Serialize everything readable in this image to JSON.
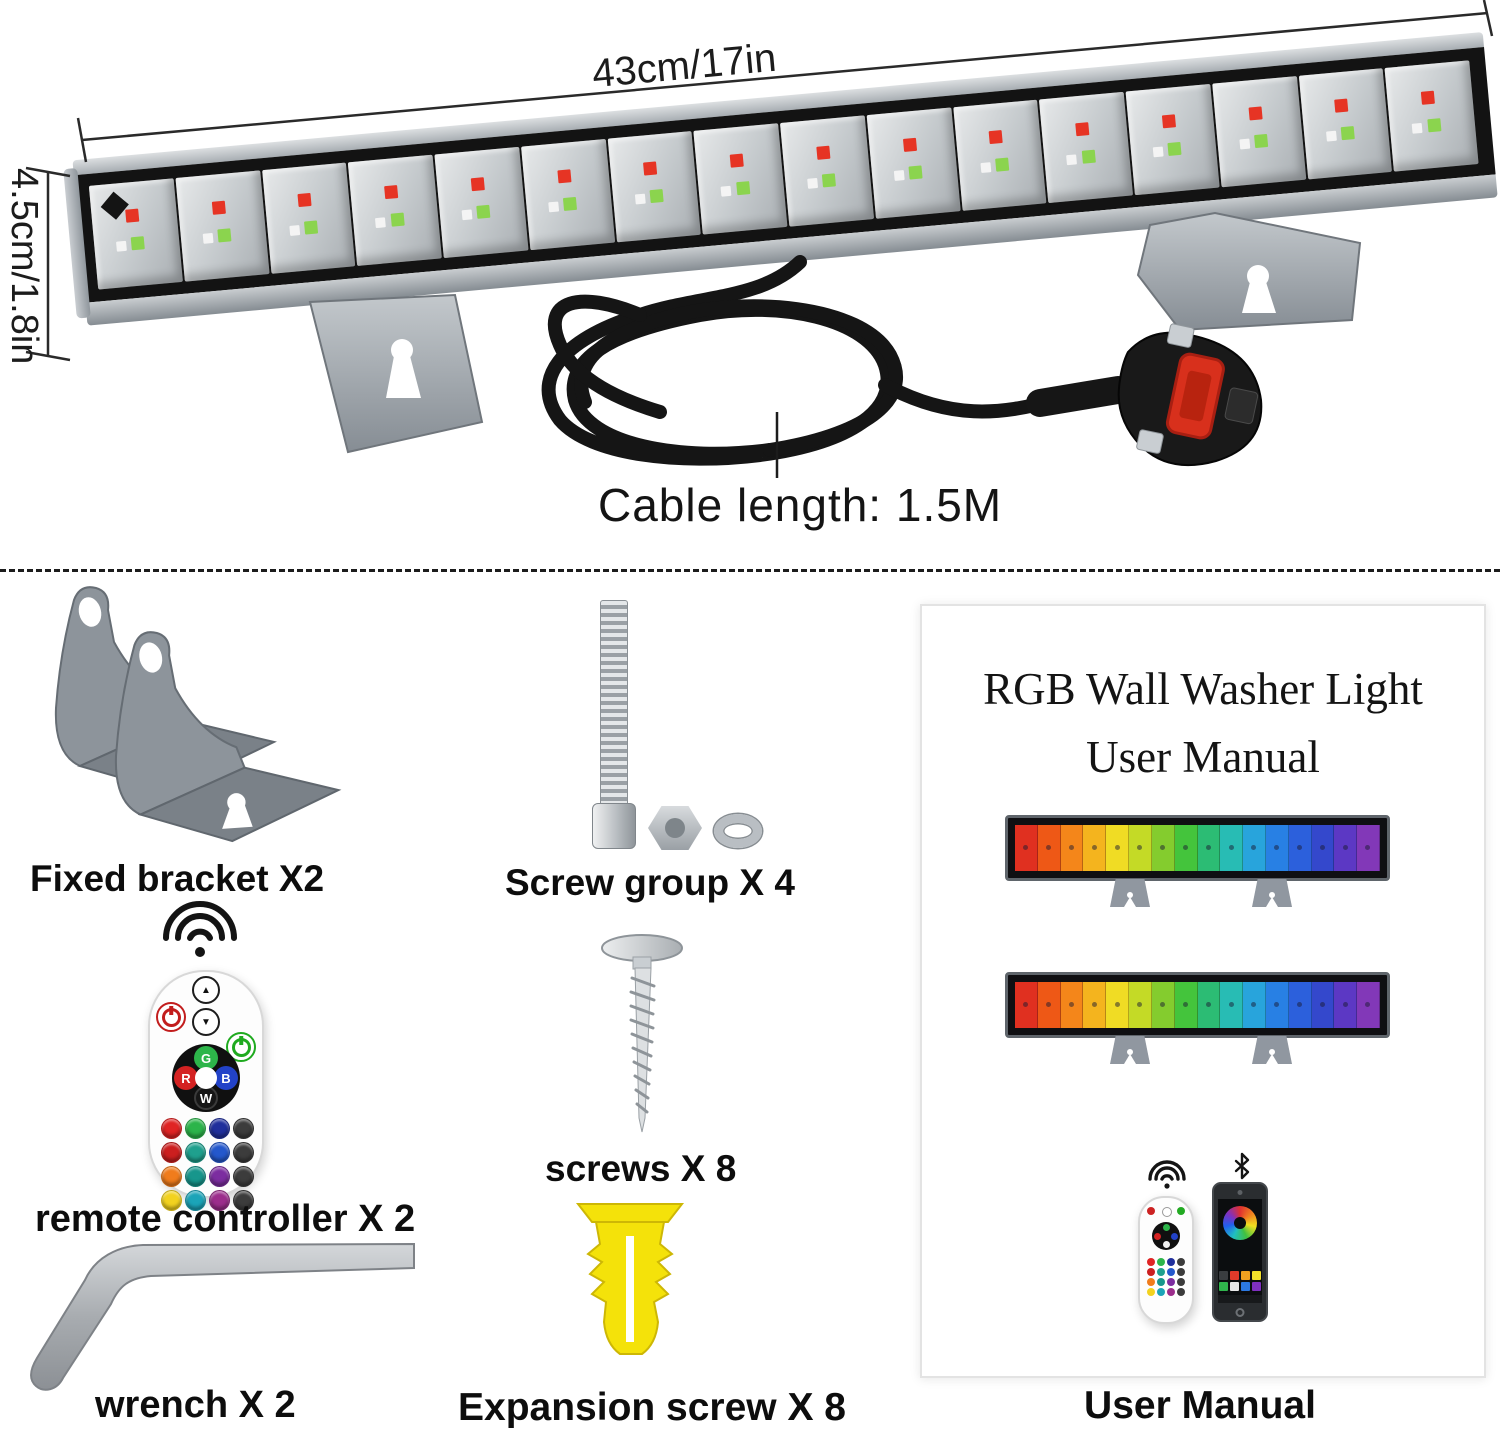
{
  "photo": {
    "width_label": "43cm/17in",
    "height_label": "4.5cm/1.8in",
    "cable_label": "Cable length: 1.5M"
  },
  "labels": {
    "fixed_bracket": "Fixed bracket X2",
    "screw_group": "Screw group X 4",
    "remote_controller": "remote controller X 2",
    "screws": "screws X 8",
    "wrench": "wrench X 2",
    "expansion_screw": "Expansion screw X 8",
    "user_manual": "User Manual"
  },
  "manual_card": {
    "title_line1": "RGB Wall Washer Light",
    "title_line2": "User Manual"
  },
  "led_bar": {
    "cells": 16,
    "led_red": "#e63424",
    "led_green": "#8bd44e",
    "led_white": "#f4f4f4",
    "frame_color": "#131313",
    "casing_color": "#aeb4b9"
  },
  "remote": {
    "dpad_g": "G",
    "dpad_r": "R",
    "dpad_b": "B",
    "dpad_w": "W",
    "power_off_color": "#c21d1d",
    "power_on_color": "#1faa1f",
    "grid_colors": [
      "#e02424",
      "#2cb44a",
      "#202f9c",
      "#3c3c3c",
      "#cc1f1f",
      "#1fa08e",
      "#2458cc",
      "#3c3c3c",
      "#f07c1c",
      "#17968c",
      "#7c2da0",
      "#3c3c3c",
      "#f2d21f",
      "#1ba4b8",
      "#9c2d8c",
      "#3c3c3c"
    ],
    "mini_top_dots": [
      "#c22",
      "#f5f5f5",
      "#2a2"
    ]
  },
  "rainbow_colors": [
    "#e03020",
    "#ee5816",
    "#f4861a",
    "#f4b41e",
    "#f0dc24",
    "#c4da26",
    "#84cc2e",
    "#44c43c",
    "#2cbc74",
    "#28bcb4",
    "#28a4dc",
    "#2880e4",
    "#2c60dc",
    "#3448cc",
    "#5c38c4",
    "#8238b8"
  ],
  "app_square_colors": [
    "#3a3d40",
    "#e23a2a",
    "#f0a020",
    "#f2e02a",
    "#30b44c",
    "#e8e8e8",
    "#2c78e0",
    "#8030c0"
  ]
}
